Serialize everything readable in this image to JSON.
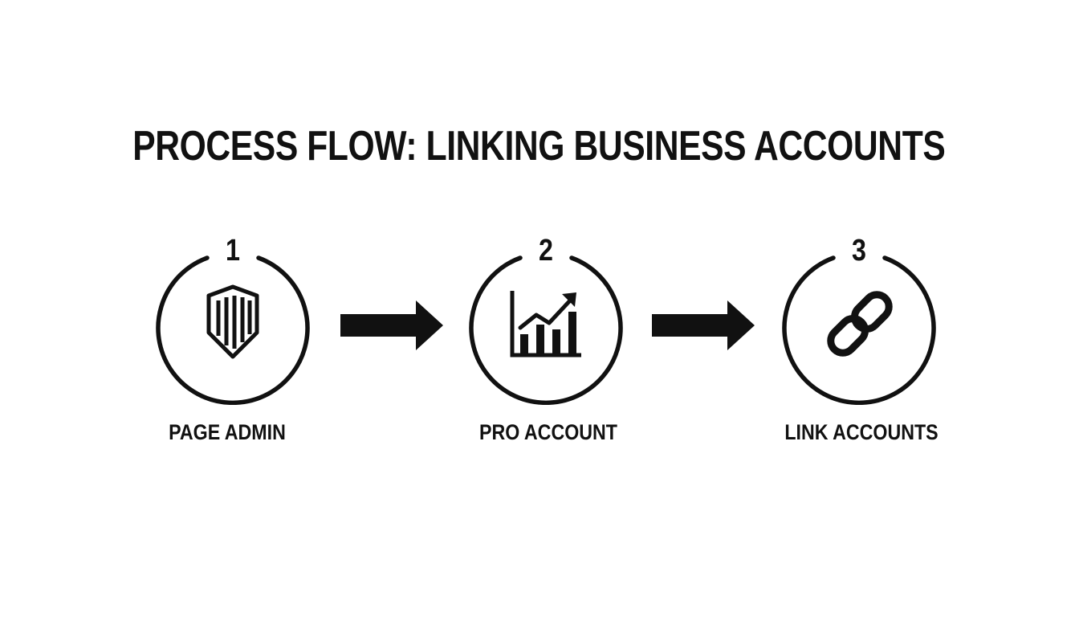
{
  "title": "PROCESS FLOW: LINKING BUSINESS ACCOUNTS",
  "steps": [
    {
      "number": "1",
      "label": "PAGE ADMIN",
      "icon": "shield-icon"
    },
    {
      "number": "2",
      "label": "PRO ACCOUNT",
      "icon": "growth-chart-icon"
    },
    {
      "number": "3",
      "label": "LINK ACCOUNTS",
      "icon": "chain-link-icon"
    }
  ],
  "colors": {
    "ink": "#111111",
    "background": "#ffffff"
  }
}
